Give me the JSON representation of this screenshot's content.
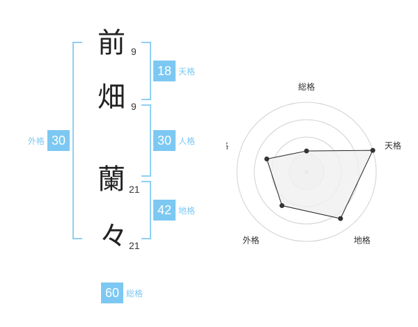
{
  "name_parts": {
    "surname": [
      {
        "char": "前",
        "strokes": "9"
      },
      {
        "char": "畑",
        "strokes": "9"
      }
    ],
    "given": [
      {
        "char": "蘭",
        "strokes": "21"
      },
      {
        "char": "々",
        "strokes": "21"
      }
    ]
  },
  "kaku": {
    "ten": {
      "value": "18",
      "label": "天格"
    },
    "jin": {
      "value": "30",
      "label": "人格"
    },
    "chi": {
      "value": "42",
      "label": "地格"
    },
    "gai": {
      "value": "30",
      "label": "外格"
    },
    "so": {
      "value": "60",
      "label": "総格"
    }
  },
  "chart_data": {
    "type": "radar",
    "axes": [
      "総格",
      "天格",
      "地格",
      "外格",
      "人格"
    ],
    "values": [
      0.3,
      1.0,
      0.83,
      0.6,
      0.6
    ],
    "rings": 4,
    "max": 1.0
  },
  "colors": {
    "accent": "#7dc8f2",
    "bracket": "#8ecff3",
    "ring": "#d0d0d0",
    "poly_fill": "#f0f0f0",
    "poly_stroke": "#222222"
  }
}
